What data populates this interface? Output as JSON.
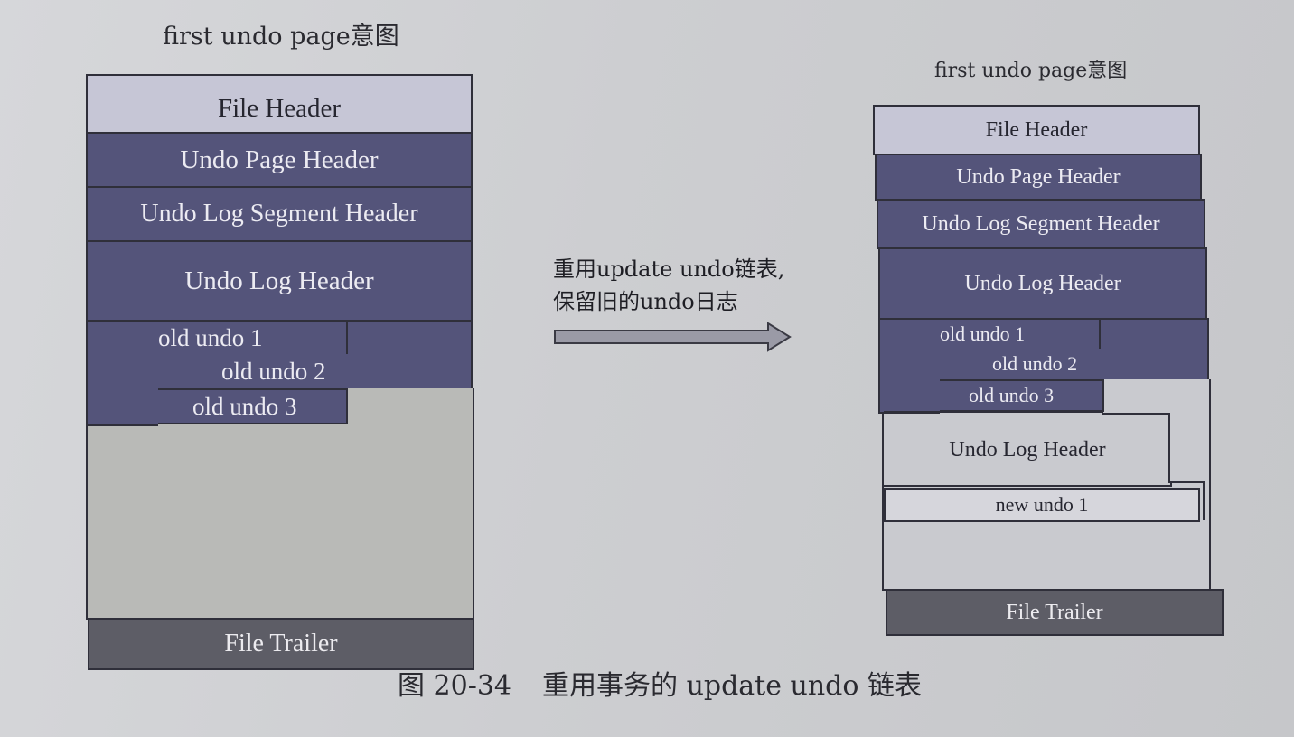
{
  "left": {
    "title": "first undo page意图",
    "file_header": "File Header",
    "undo_page_header": "Undo Page Header",
    "undo_log_segment_header": "Undo Log Segment Header",
    "undo_log_header": "Undo Log Header",
    "old_undo_1": "old undo 1",
    "old_undo_2": "old undo 2",
    "old_undo_3": "old undo 3",
    "file_trailer": "File Trailer"
  },
  "arrow": {
    "line1": "重用update undo链表,",
    "line2": "保留旧的undo日志"
  },
  "right": {
    "title": "first undo page意图",
    "file_header": "File Header",
    "undo_page_header": "Undo Page Header",
    "undo_log_segment_header": "Undo Log Segment Header",
    "undo_log_header": "Undo Log Header",
    "old_undo_1": "old undo 1",
    "old_undo_2": "old undo 2",
    "old_undo_3": "old undo 3",
    "new_undo_log_header": "Undo Log Header",
    "new_undo_1": "new undo 1",
    "file_trailer": "File Trailer"
  },
  "caption": {
    "number": "图 20-34",
    "text": "重用事务的 update undo 链表"
  }
}
